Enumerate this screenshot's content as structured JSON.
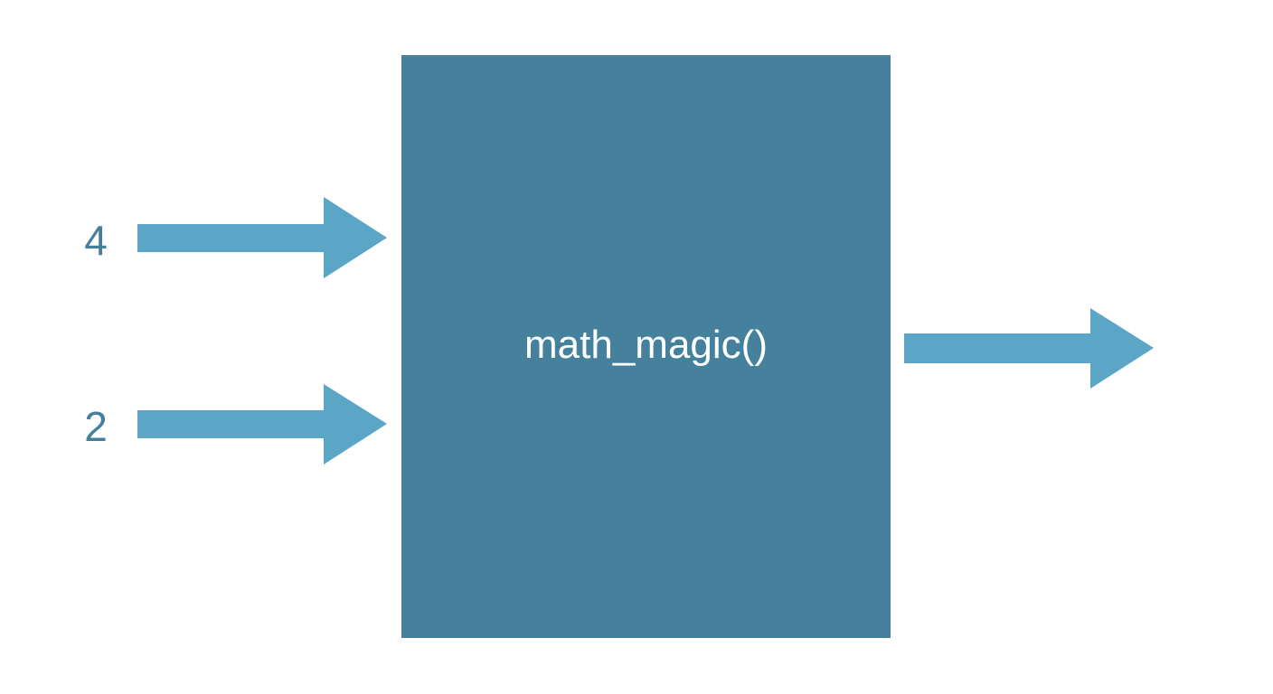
{
  "colors": {
    "background": "#ffffff",
    "box_fill": "#45819c",
    "arrow_fill": "#5ba6c7",
    "label_color": "#457f9c",
    "box_text_color": "#ffffff"
  },
  "inputs": [
    {
      "value": "4"
    },
    {
      "value": "2"
    }
  ],
  "function": {
    "name": "math_magic()"
  },
  "output": {
    "value": ""
  }
}
